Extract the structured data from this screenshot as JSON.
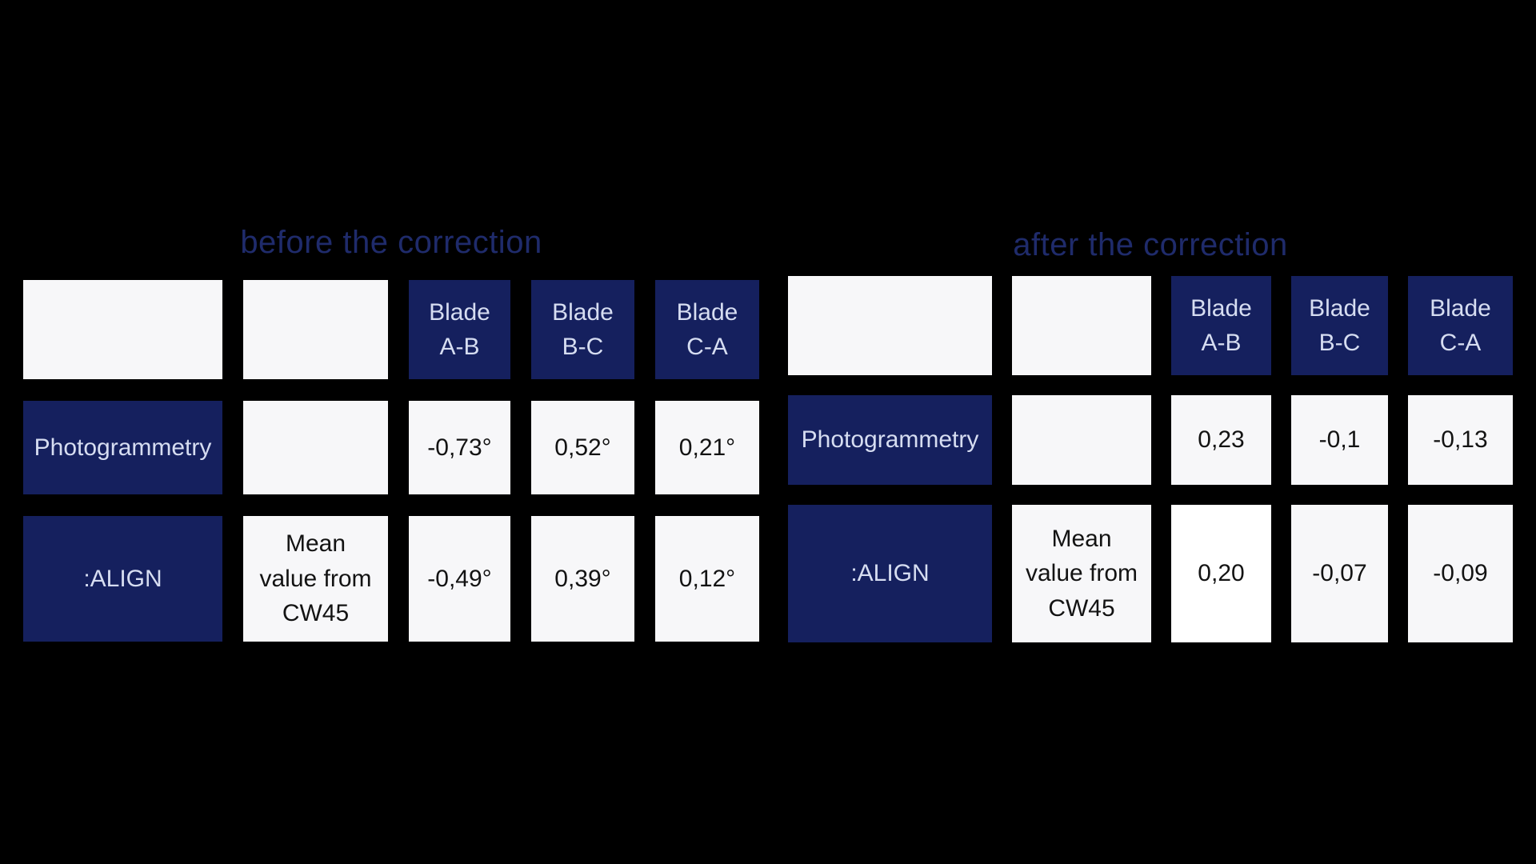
{
  "colors": {
    "page_bg": "#000000",
    "navy_cell": "#15205e",
    "light_cell": "#f7f7f9",
    "white_cell": "#ffffff",
    "navy_text": "#d6ddf1",
    "dark_text": "#131313",
    "title_text": "#1f2b6b"
  },
  "chart_data": [
    {
      "type": "table",
      "title": "before the correction",
      "columns": [
        "",
        "",
        "Blade A-B",
        "Blade B-C",
        "Blade C-A"
      ],
      "rows": [
        [
          "Photogrammetry",
          "",
          "-0,73°",
          "0,52°",
          "0,21°"
        ],
        [
          ":ALIGN",
          "Mean value from CW45",
          "-0,49°",
          "0,39°",
          "0,12°"
        ]
      ],
      "layout_hints": "dark navy header and row-label cells, off-white value cells, black background"
    },
    {
      "type": "table",
      "title": "after the correction",
      "columns": [
        "",
        "",
        "Blade A-B",
        "Blade B-C",
        "Blade C-A"
      ],
      "rows": [
        [
          "Photogrammetry",
          "",
          "0,23",
          "-0,1",
          "-0,13"
        ],
        [
          ":ALIGN",
          "Mean value from CW45",
          "0,20",
          "-0,07",
          "-0,09"
        ]
      ],
      "layout_hints": "same styling as left table; the 0,20 cell is pure white unlike the off-white value cells"
    }
  ],
  "tables": [
    {
      "title": "before the correction",
      "rows": [
        {
          "cells": [
            {
              "text": "",
              "variant": "light"
            },
            {
              "text": "",
              "variant": "light"
            },
            {
              "text": "Blade\nA-B",
              "variant": "navy"
            },
            {
              "text": "Blade\nB-C",
              "variant": "navy"
            },
            {
              "text": "Blade\nC-A",
              "variant": "navy"
            }
          ]
        },
        {
          "cells": [
            {
              "text": "Photogrammetry",
              "variant": "navy"
            },
            {
              "text": "",
              "variant": "light"
            },
            {
              "text": "-0,73°",
              "variant": "light"
            },
            {
              "text": "0,52°",
              "variant": "light"
            },
            {
              "text": "0,21°",
              "variant": "light"
            }
          ]
        },
        {
          "cells": [
            {
              "text": ":ALIGN",
              "variant": "navy"
            },
            {
              "text": "Mean\nvalue from\nCW45",
              "variant": "light"
            },
            {
              "text": "-0,49°",
              "variant": "light"
            },
            {
              "text": "0,39°",
              "variant": "light"
            },
            {
              "text": "0,12°",
              "variant": "light"
            }
          ]
        }
      ]
    },
    {
      "title": "after the correction",
      "rows": [
        {
          "cells": [
            {
              "text": "",
              "variant": "light"
            },
            {
              "text": "",
              "variant": "light"
            },
            {
              "text": "Blade\nA-B",
              "variant": "navy"
            },
            {
              "text": "Blade\nB-C",
              "variant": "navy"
            },
            {
              "text": "Blade\nC-A",
              "variant": "navy"
            }
          ]
        },
        {
          "cells": [
            {
              "text": "Photogrammetry",
              "variant": "navy"
            },
            {
              "text": "",
              "variant": "light"
            },
            {
              "text": "0,23",
              "variant": "light"
            },
            {
              "text": "-0,1",
              "variant": "light"
            },
            {
              "text": "-0,13",
              "variant": "light"
            }
          ]
        },
        {
          "cells": [
            {
              "text": ":ALIGN",
              "variant": "navy"
            },
            {
              "text": "Mean\nvalue from\nCW45",
              "variant": "light"
            },
            {
              "text": "0,20",
              "variant": "white"
            },
            {
              "text": "-0,07",
              "variant": "light"
            },
            {
              "text": "-0,09",
              "variant": "light"
            }
          ]
        }
      ]
    }
  ]
}
